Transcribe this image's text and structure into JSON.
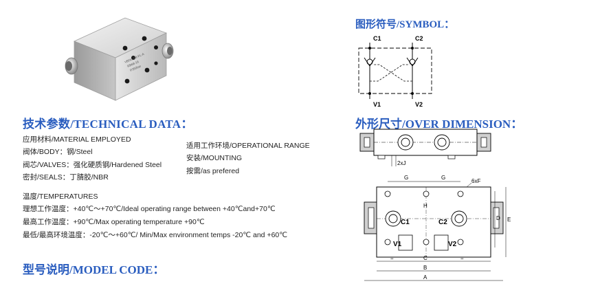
{
  "headings": {
    "technical": "技术参数/TECHNICAL DATA：",
    "symbol": "图形符号/SYMBOL：",
    "dimension": "外形尺寸/OVER DIMENSION：",
    "model": "型号说明/MODEL CODE："
  },
  "technical": {
    "material_label": "应用材料/MATERIAL EMPLOYED",
    "body": "阀体/BODY：钢/Steel",
    "valves": "阀芯/VALVES：强化硬质钢/Hardened Steel",
    "seals": "密封/SEALS：丁腈胶/NBR",
    "operational_range": "适用工作环境/OPERATIONAL RANGE",
    "mounting": "安装/MOUNTING",
    "as_prefered": "按需/as prefered",
    "temperatures": "温度/TEMPERATURES",
    "ideal": "理想工作温度：+40℃～+70℃/Ideal operating range between +40℃and+70℃",
    "max": "最高工作温度：+90℃/Max operating temperature +90℃",
    "minmax": "最低/最高环境温度：-20℃～+60℃/ Min/Max environment temps -20℃ and +60℃"
  },
  "product_image": {
    "engraved_text": [
      "VBDL-3/8-FL-A",
      "RB68-16",
      "P350bar"
    ]
  },
  "symbol_labels": {
    "c1": "C1",
    "c2": "C2",
    "v1": "V1",
    "v2": "V2"
  },
  "dimension_labels": {
    "twoxj": "2xJ",
    "g": "G",
    "sixf": "6xF",
    "h": "H",
    "c1": "C1",
    "c2": "C2",
    "v1": "V1",
    "v2": "V2",
    "d": "D",
    "e": "E",
    "eq": "=",
    "c": "C",
    "b": "B",
    "a": "A"
  },
  "colors": {
    "heading": "#2a5dbf",
    "text": "#222222",
    "drawing": "#000000",
    "block": "#d0d0d0"
  }
}
